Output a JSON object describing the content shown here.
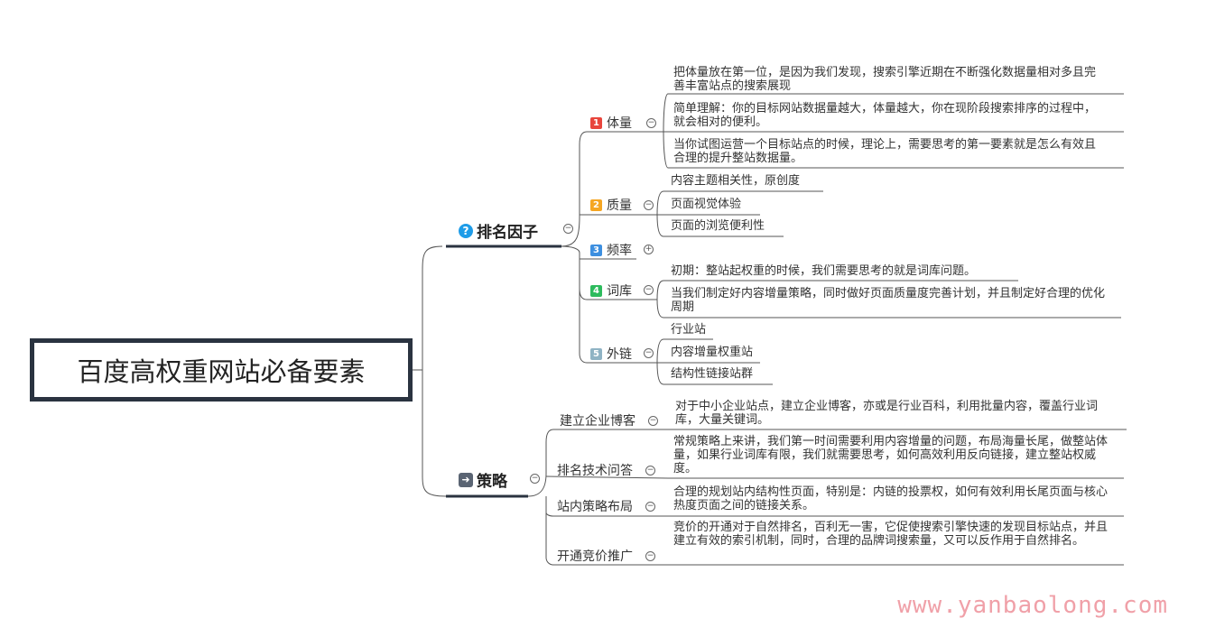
{
  "root": {
    "title": "百度高权重网站必备要素"
  },
  "branch1": {
    "label": "排名因子",
    "icon": "question-icon",
    "toggle": "−",
    "items": [
      {
        "num": "1",
        "color": "#e8453c",
        "label": "体量",
        "toggle": "−",
        "leaves": [
          "把体量放在第一位，是因为我们发现，搜索引擎近期在不断强化数据量相对多且完善丰富站点的搜索展现",
          "简单理解：你的目标网站数据量越大，体量越大，你在现阶段搜索排序的过程中，就会相对的便利。",
          "当你试图运营一个目标站点的时候，理论上，需要思考的第一要素就是怎么有效且合理的提升整站数据量。"
        ]
      },
      {
        "num": "2",
        "color": "#f5a623",
        "label": "质量",
        "toggle": "−",
        "leaves": [
          "内容主题相关性，原创度",
          "页面视觉体验",
          "页面的浏览便利性"
        ]
      },
      {
        "num": "3",
        "color": "#3d8fe0",
        "label": "频率",
        "toggle": "+",
        "leaves": []
      },
      {
        "num": "4",
        "color": "#2dbb5d",
        "label": "词库",
        "toggle": "−",
        "leaves": [
          "初期：整站起权重的时候，我们需要思考的就是词库问题。",
          "当我们制定好内容增量策略，同时做好页面质量度完善计划，并且制定好合理的优化周期"
        ]
      },
      {
        "num": "5",
        "color": "#8fb3c4",
        "label": "外链",
        "toggle": "−",
        "leaves": [
          "行业站",
          "内容增量权重站",
          "结构性链接站群"
        ]
      }
    ]
  },
  "branch2": {
    "label": "策略",
    "icon": "strategy-icon",
    "toggle": "−",
    "items": [
      {
        "label": "建立企业博客",
        "toggle": "−",
        "leaves": [
          "对于中小企业站点，建立企业博客，亦或是行业百科，利用批量内容，覆盖行业词库，大量关键词。"
        ]
      },
      {
        "label": "排名技术问答",
        "toggle": "−",
        "leaves": [
          "常规策略上来讲，我们第一时间需要利用内容增量的问题，布局海量长尾，做整站体量，如果行业词库有限，我们就需要思考，如何高效利用反向链接，建立整站权威度。"
        ]
      },
      {
        "label": "站内策略布局",
        "toggle": "−",
        "leaves": [
          "合理的规划站内结构性页面，特别是：内链的投票权，如何有效利用长尾页面与核心热度页面之间的链接关系。"
        ]
      },
      {
        "label": "开通竞价推广",
        "toggle": "−",
        "leaves": [
          "竞价的开通对于自然排名，百利无一害，它促使搜索引擎快速的发现目标站点，并且建立有效的索引机制，同时，合理的品牌词搜索量，又可以反作用于自然排名。"
        ]
      }
    ]
  },
  "watermark": "www.yanbaolong.com"
}
